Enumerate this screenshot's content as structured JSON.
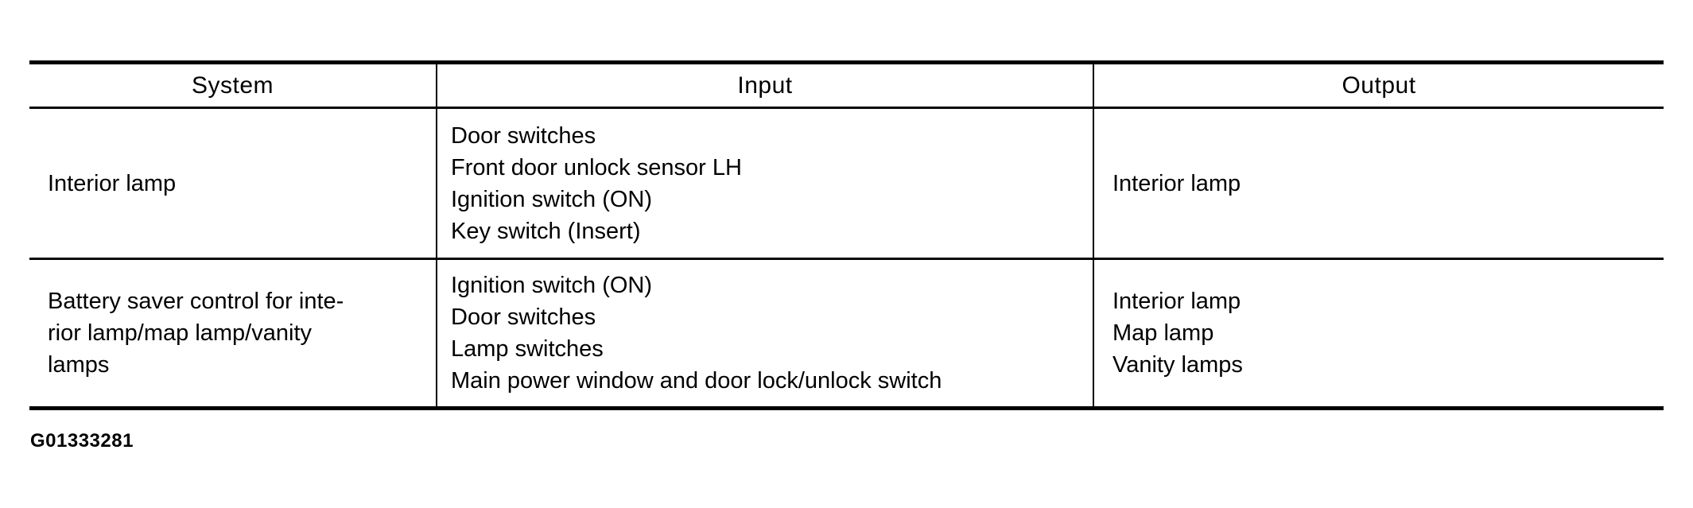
{
  "table": {
    "header": [
      "System",
      "Input",
      "Output"
    ],
    "rows": [
      {
        "system": [
          "Interior lamp"
        ],
        "input": [
          "Door switches",
          "Front door unlock sensor LH",
          "Ignition switch (ON)",
          "Key switch (Insert)"
        ],
        "output": [
          "Interior lamp"
        ]
      },
      {
        "system": [
          "Battery saver control for inte-",
          "rior lamp/map lamp/vanity",
          "lamps"
        ],
        "input": [
          "Ignition switch (ON)",
          "Door switches",
          "Lamp switches",
          "Main power window and door lock/unlock switch"
        ],
        "output": [
          "Interior lamp",
          "Map lamp",
          "Vanity lamps"
        ]
      }
    ]
  },
  "document": {
    "figure_id": "G01333281"
  },
  "colors": {
    "text": "#000000",
    "background": "#ffffff",
    "border": "#000000"
  }
}
